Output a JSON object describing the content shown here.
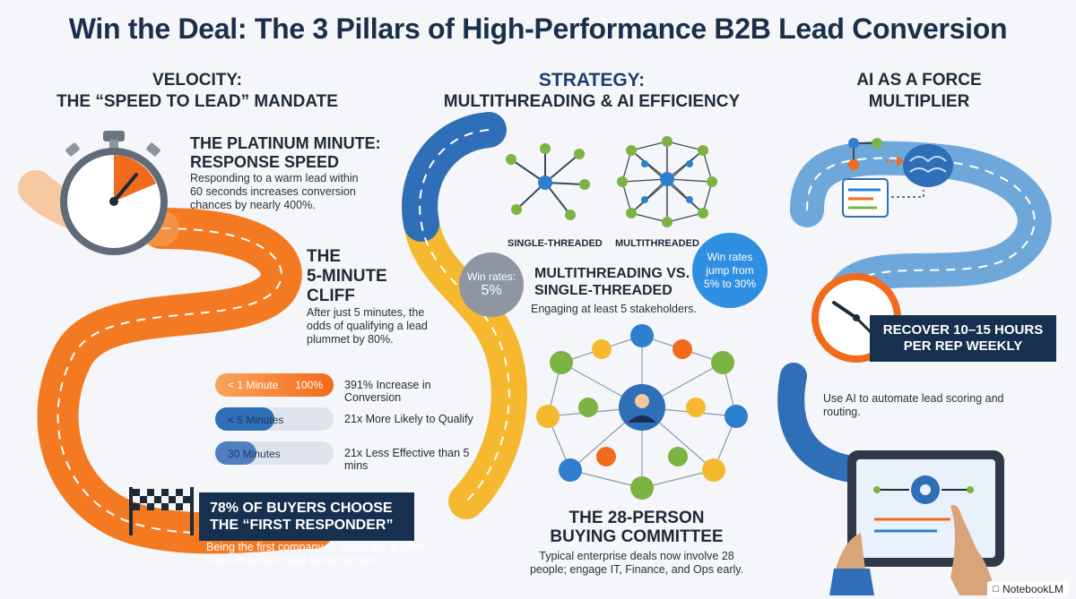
{
  "title": "Win the Deal: The 3 Pillars of High-Performance B2B Lead Conversion",
  "colors": {
    "orange": "#f26a1b",
    "navy": "#17304f",
    "blue": "#2f7fd1",
    "yellow": "#f5b82e",
    "gray": "#8d96a2"
  },
  "velocity": {
    "heading_line1": "VELOCITY:",
    "heading_line2": "THE “SPEED TO LEAD” MANDATE",
    "platinum_title_line1": "THE PLATINUM MINUTE:",
    "platinum_title_line2": "RESPONSE SPEED",
    "platinum_body": "Responding to a warm lead within 60 seconds increases conversion chances by nearly 400%.",
    "cliff_title_line1": "THE",
    "cliff_title_line2": "5-MINUTE",
    "cliff_title_line3": "CLIFF",
    "cliff_body": "After just 5 minutes, the odds of qualifying a lead plummet by 80%.",
    "bars": [
      {
        "label": "< 1 Minute",
        "pct": "100%",
        "fill": 1.0,
        "color": "#f26a1b",
        "note": "391% Increase in Conversion"
      },
      {
        "label": "< 5 Minutes",
        "pct": "",
        "fill": 0.5,
        "color": "#2f6fb8",
        "note": "21x More Likely to Qualify"
      },
      {
        "label": "30 Minutes",
        "pct": "",
        "fill": 0.35,
        "color": "#4f7fc0",
        "note": "21x Less Effective than 5 mins"
      }
    ],
    "first_responder_line1": "78% OF BUYERS CHOOSE",
    "first_responder_line2": "THE “FIRST RESPONDER”",
    "first_responder_body": "Being the first company to reach out is often more important than being the best."
  },
  "strategy": {
    "heading_line1": "STRATEGY:",
    "heading_line2": "MULTITHREADING & AI EFFICIENCY",
    "single_label": "SINGLE-THREADED",
    "multi_label": "MULTITHREADED",
    "single_circle_line1": "Win rates:",
    "single_circle_line2": "5%",
    "multi_circle_line1": "Win rates",
    "multi_circle_line2": "jump from",
    "multi_circle_line3": "5% to 30%",
    "vs_title_line1": "MULTITHREADING VS.",
    "vs_title_line2": "SINGLE-THREADED",
    "vs_body": "Engaging at least 5 stakeholders.",
    "committee_title_line1": "THE 28-PERSON",
    "committee_title_line2": "BUYING COMMITTEE",
    "committee_body": "Typical enterprise deals now involve 28 people; engage IT, Finance, and Ops early."
  },
  "ai": {
    "heading_line1": "AI AS A FORCE",
    "heading_line2": "MULTIPLIER",
    "recover_line1": "RECOVER 10–15 HOURS",
    "recover_line2": "PER REP WEEKLY",
    "automate_body": "Use AI to automate lead scoring and routing."
  },
  "brand": "NotebookLM"
}
